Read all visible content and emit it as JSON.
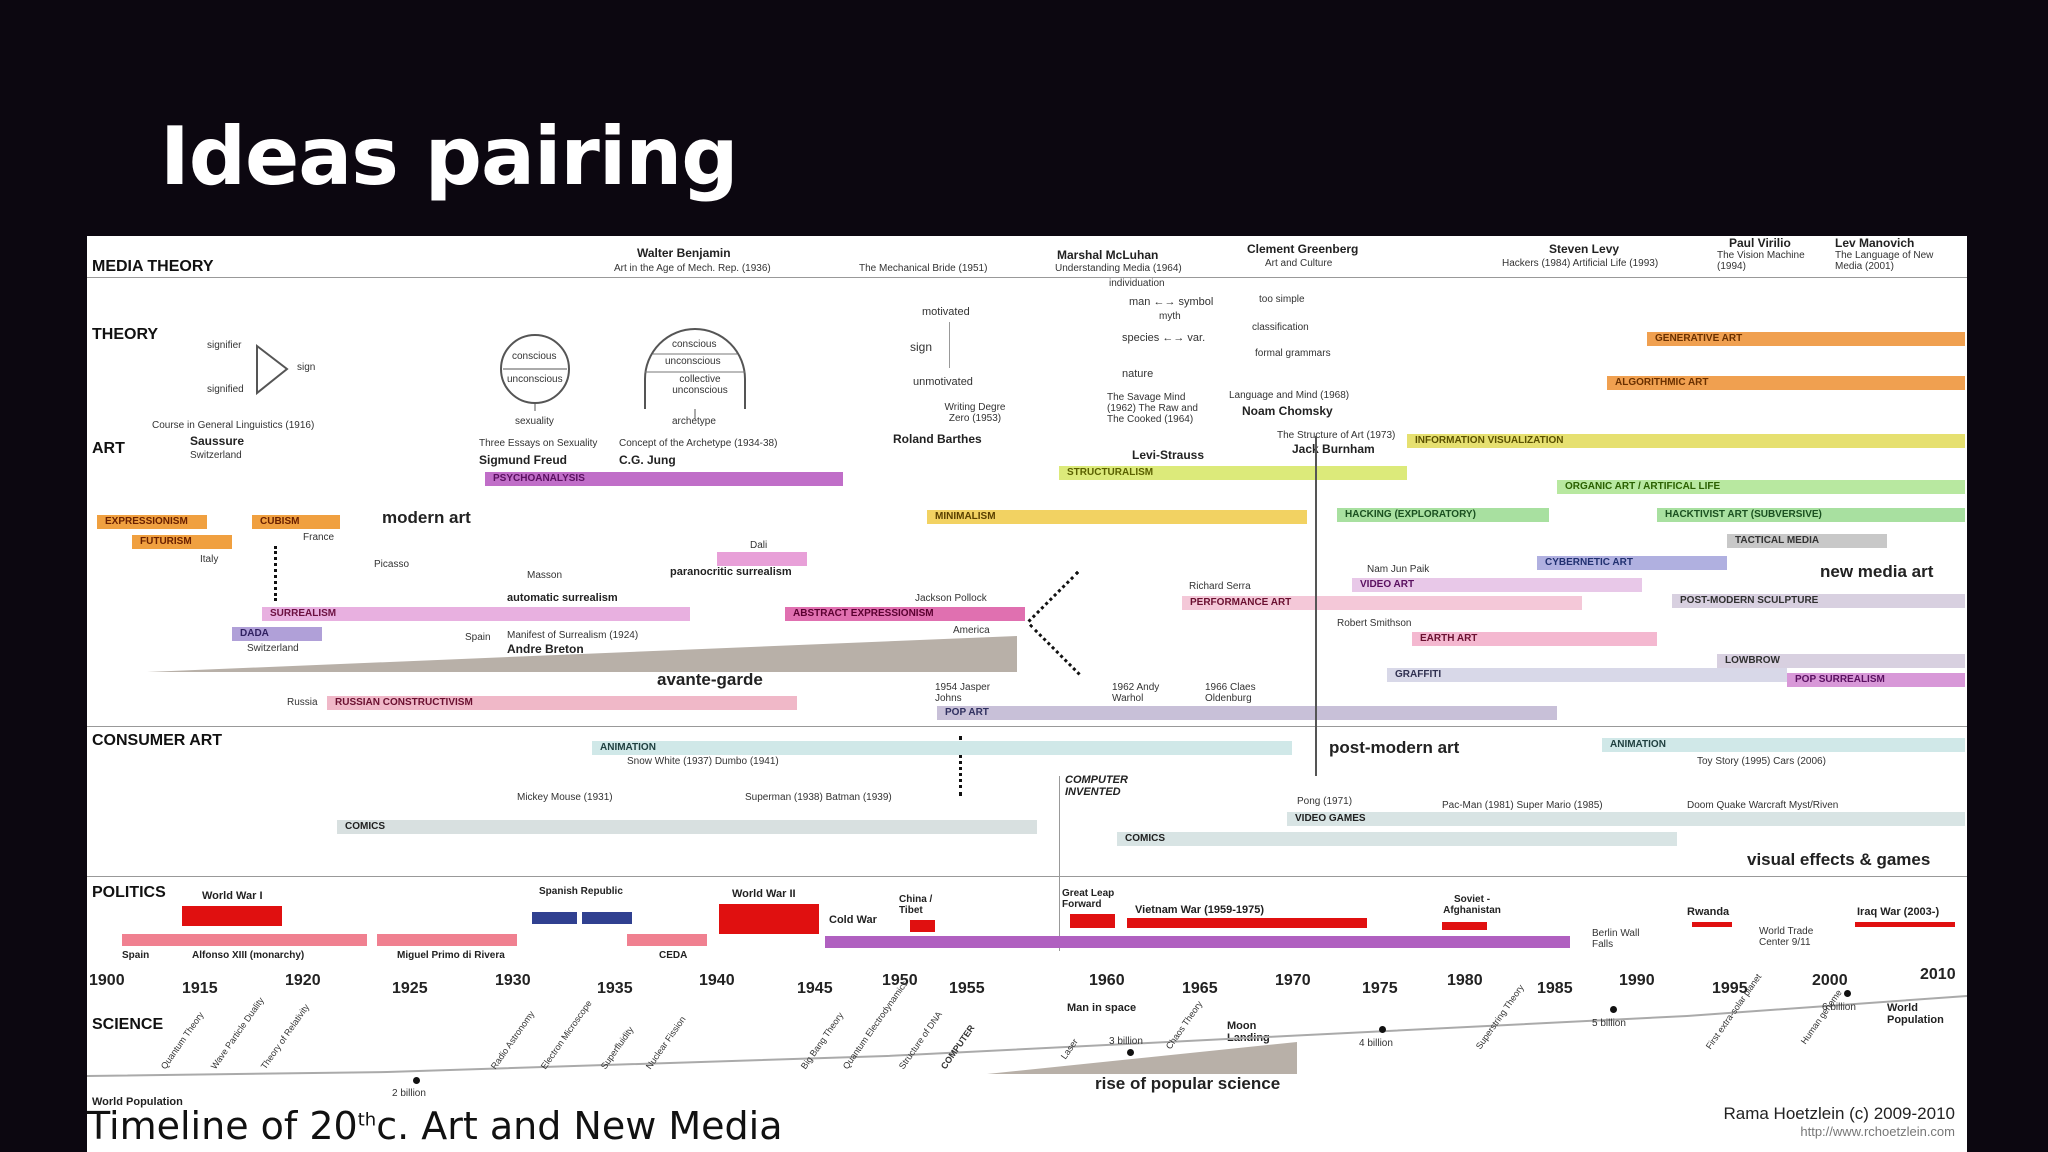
{
  "slide": {
    "title": "Ideas pairing"
  },
  "sections": {
    "media_theory": "MEDIA THEORY",
    "theory": "THEORY",
    "art": "ART",
    "consumer_art": "CONSUMER ART",
    "politics": "POLITICS",
    "science": "SCIENCE",
    "world_population": "World Population"
  },
  "people": {
    "benjamin": "Walter Benjamin",
    "benjamin_work": "Art in the Age of Mech. Rep. (1936)",
    "mechanical_bride": "The Mechanical Bride (1951)",
    "mcluhan": "Marshal McLuhan",
    "mcluhan_work": "Understanding Media (1964)",
    "greenberg": "Clement Greenberg",
    "greenberg_work": "Art and Culture",
    "levy": "Steven Levy",
    "levy_work": "Hackers (1984)   Artificial Life (1993)",
    "virilio": "Paul Virilio",
    "virilio_work": "The Vision Machine (1994)",
    "manovich": "Lev Manovich",
    "manovich_work": "The Language of New Media (2001)",
    "saussure": "Saussure",
    "saussure_work": "Course in General Linguistics (1916)",
    "switzerland": "Switzerland",
    "freud": "Sigmund Freud",
    "freud_work": "Three Essays on Sexuality",
    "jung": "C.G. Jung",
    "jung_work": "Concept of the Archetype (1934-38)",
    "barthes": "Roland Barthes",
    "barthes_work": "Writing Degre Zero (1953)",
    "chomsky": "Noam Chomsky",
    "chomsky_work": "Language and Mind (1968)",
    "levi_strauss": "Levi-Strauss",
    "levi_works": "The Savage Mind (1962)  The Raw and The Cooked (1964)",
    "burnham": "Jack Burnham",
    "burnham_work": "The Structure of Art (1973)",
    "breton": "Andre Breton",
    "breton_work": "Manifest of Surrealism (1924)"
  },
  "diagrams": {
    "signifier": "signifier",
    "signified": "signified",
    "sign": "sign",
    "conscious": "conscious",
    "unconscious": "unconscious",
    "collective_unconscious": "collective unconscious",
    "sexuality": "sexuality",
    "archetype": "archetype",
    "motivated": "motivated",
    "unmotivated": "unmotivated",
    "individuation": "individuation",
    "man_symbol": "man ←→ symbol",
    "myth": "myth",
    "species_var": "species ←→ var.",
    "nature": "nature",
    "too_simple": "too simple",
    "classification": "classification",
    "formal_grammars": "formal grammars"
  },
  "movements": {
    "psychoanalysis": "PSYCHOANALYSIS",
    "structuralism": "STRUCTURALISM",
    "generative_art": "GENERATIVE ART",
    "algorithmic_art": "ALGORITHMIC ART",
    "info_vis": "INFORMATION VISUALIZATION",
    "organic_art": "ORGANIC ART / ARTIFICAL LIFE",
    "expressionism": "EXPRESSIONISM",
    "cubism": "CUBISM",
    "futurism": "FUTURISM",
    "minimalism": "MINIMALISM",
    "hacking": "HACKING (EXPLORATORY)",
    "hacktivist": "HACKTIVIST ART (SUBVERSIVE)",
    "tactical_media": "TACTICAL MEDIA",
    "cybernetic_art": "CYBERNETIC ART",
    "video_art": "VIDEO ART",
    "performance_art": "PERFORMANCE ART",
    "surrealism": "SURREALISM",
    "abstract_expressionism": "ABSTRACT EXPRESSIONISM",
    "dada": "DADA",
    "earth_art": "EARTH ART",
    "graffiti": "GRAFFITI",
    "post_modern_sculpture": "POST-MODERN SCULPTURE",
    "lowbrow": "LOWBROW",
    "pop_surrealism": "POP SURREALISM",
    "russian_constructivism": "RUSSIAN CONSTRUCTIVISM",
    "pop_art": "POP ART",
    "automatic_surrealism": "automatic surrealism",
    "paranoiac_surrealism": "paranocritic surrealism",
    "animation": "ANIMATION",
    "comics": "COMICS",
    "video_games": "VIDEO GAMES"
  },
  "labels": {
    "modern_art": "modern art",
    "avante_garde": "avante-garde",
    "new_media_art": "new media art",
    "post_modern_art": "post-modern art",
    "visual_effects_games": "visual effects & games",
    "computer_invented": "COMPUTER INVENTED",
    "rise_popular_science": "rise of popular science",
    "man_in_space": "Man in space",
    "moon_landing": "Moon Landing",
    "italy": "Italy",
    "france": "France",
    "russia": "Russia",
    "america": "America",
    "spain": "Spain",
    "pollock": "Jackson Pollock",
    "dali": "Dali",
    "picasso": "Picasso",
    "johns": "1954 Jasper Johns",
    "warhol": "1962 Andy Warhol",
    "oldenburg": "1966 Claes Oldenburg",
    "serra": "Richard Serra",
    "smithson": "Robert Smithson",
    "nam_june_paik": "Nam Jun Paik",
    "snow_white": "Snow White (1937)  Dumbo (1941)",
    "mickey": "Mickey Mouse (1931)",
    "superman": "Superman (1938)  Batman (1939)",
    "pong": "Pong (1971)",
    "pacman": "Pac-Man (1981)  Super Mario (1985)",
    "doom": "Doom   Quake   Warcraft   Myst/Riven",
    "toy_story": "Toy Story (1995)   Cars (2006)"
  },
  "politics": {
    "ww1": "World War I",
    "ww2": "World War II",
    "spanish_republic": "Spanish Republic",
    "cold_war": "Cold War",
    "china_tibet": "China / Tibet",
    "great_leap": "Great Leap Forward",
    "vietnam": "Vietnam War (1959-1975)",
    "soviet_afghan": "Soviet - Afghanistan",
    "rwanda": "Rwanda",
    "iraq": "Iraq War (2003-)",
    "berlin_wall": "Berlin Wall Falls",
    "wtc": "World Trade Center 9/11",
    "alfonso": "Alfonso XIII (monarchy)",
    "primo": "Miguel Primo di Rivera",
    "ceda": "CEDA"
  },
  "years": [
    "1900",
    "1915",
    "1920",
    "1925",
    "1930",
    "1935",
    "1940",
    "1945",
    "1950",
    "1955",
    "1960",
    "1965",
    "1970",
    "1975",
    "1980",
    "1985",
    "1990",
    "1995",
    "2000",
    "2010"
  ],
  "science": {
    "items": [
      "Quantum Theory",
      "Wave Particle Duality",
      "Theory of Relativity",
      "Radio Astronomy",
      "Electron Microscope",
      "Superfluidity",
      "Nuclear Fission",
      "Big Bang Theory",
      "Quantum Electrodynamics",
      "Structure of DNA",
      "COMPUTER",
      "Laser",
      "Chaos Theory",
      "Superstring Theory",
      "First extra-solar planet",
      "Human genome"
    ],
    "pop_2b": "2 billion",
    "pop_3b": "3 billion",
    "pop_4b": "4 billion",
    "pop_5b": "5 billion",
    "pop_6b": "6 billion",
    "world_pop": "World Population"
  },
  "footer": {
    "title_main": "Timeline of 20",
    "title_sup": "th",
    "title_rest": "c.  Art and New Media",
    "credit": "Rama Hoetzlein (c) 2009-2010",
    "url": "http://www.rchoetzlein.com"
  }
}
